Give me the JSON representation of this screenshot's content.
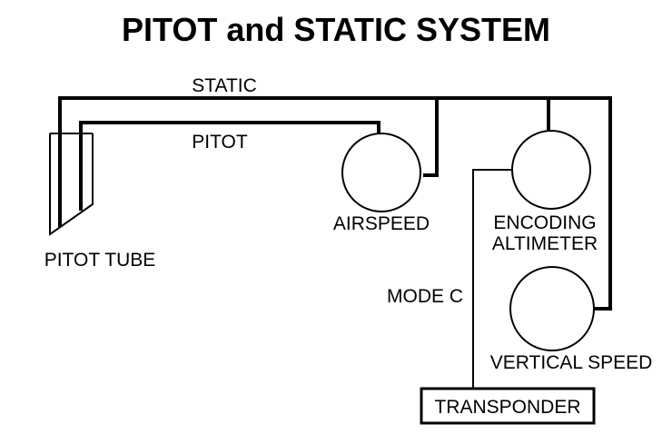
{
  "title": "PITOT and STATIC SYSTEM",
  "labels": {
    "static": "STATIC",
    "pitot": "PITOT",
    "pitot_tube": "PITOT TUBE",
    "airspeed": "AIRSPEED",
    "encoding_line1": "ENCODING",
    "encoding_line2": "ALTIMETER",
    "mode_c": "MODE C",
    "vertical_speed": "VERTICAL SPEED",
    "transponder": "TRANSPONDER"
  },
  "colors": {
    "line": "#000000",
    "background": "#ffffff"
  }
}
